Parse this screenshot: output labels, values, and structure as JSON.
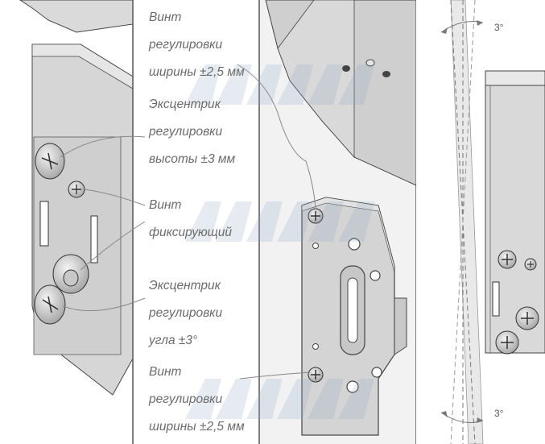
{
  "callouts": {
    "width_top": [
      "Винт",
      "регулировки",
      "ширины ±2,5 мм"
    ],
    "height_eccentric": [
      "Эксцентрик",
      "регулировки",
      "высоты ±3 мм"
    ],
    "fixing_screw": [
      "Винт",
      "фиксирующий"
    ],
    "angle_eccentric": [
      "Эксцентрик",
      "регулировки",
      "угла ±3°"
    ],
    "width_bottom": [
      "Винт",
      "регулировки",
      "ширины ±2,5 мм"
    ]
  },
  "angles": {
    "top": "3°",
    "bottom": "3°"
  },
  "watermark": "MM",
  "colors": {
    "metal": "#d7d7d7",
    "metal_dark": "#b9b9b9",
    "panel": "#f2f2f2",
    "leader": "#888888",
    "text": "#6b6b6b"
  }
}
